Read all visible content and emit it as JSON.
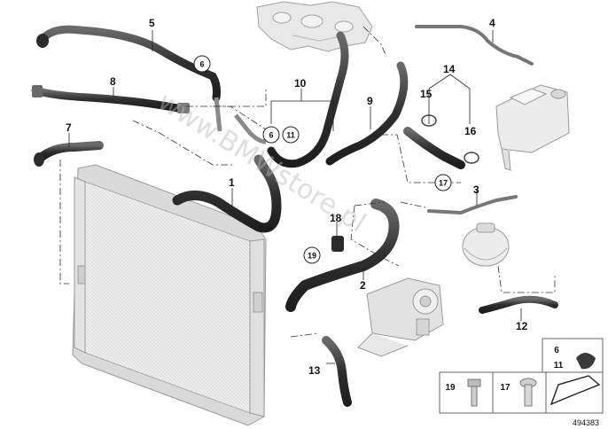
{
  "labels": {
    "l1": "1",
    "l2": "2",
    "l3": "3",
    "l4": "4",
    "l5": "5",
    "l6": "6",
    "l7": "7",
    "l8": "8",
    "l9": "9",
    "l10": "10",
    "l12": "12",
    "l13": "13",
    "l14": "14",
    "l15": "15",
    "l16": "16",
    "l18": "18"
  },
  "callouts": {
    "c6a": "6",
    "c6b": "6",
    "c11": "11",
    "c17": "17",
    "c19": "19"
  },
  "legend": {
    "item6": "6",
    "item11": "11",
    "item19": "19",
    "item17": "17"
  },
  "part_number": "494383",
  "watermark": "www.BMWstore.pl",
  "colors": {
    "hose": "#3b3b3b",
    "hose_light": "#6a6a6a",
    "component": "#e6e6e6",
    "outline": "#9a9a9a",
    "leader": "#222222"
  }
}
